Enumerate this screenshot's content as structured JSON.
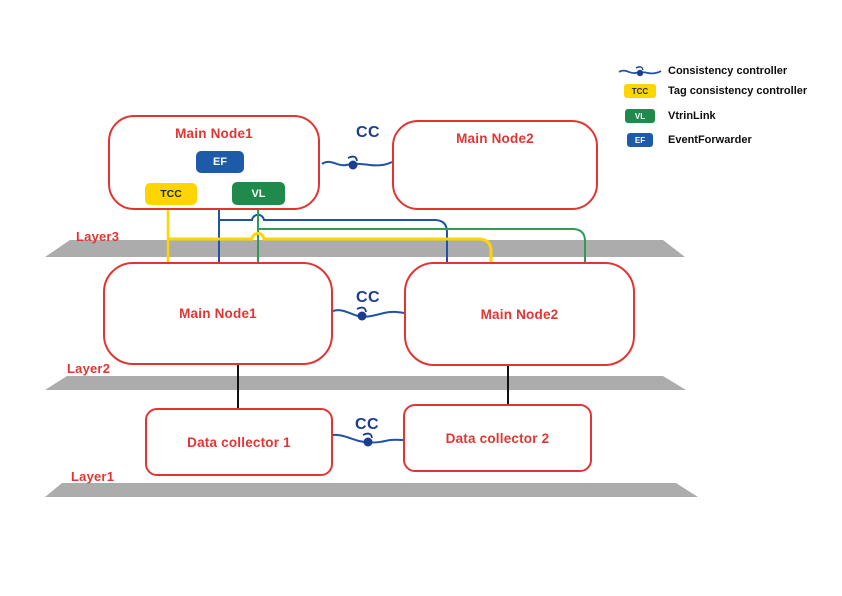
{
  "colors": {
    "node_red": "#e23533",
    "line_blue": "#2053a4",
    "cc_text_navy": "#1b3d91",
    "line_green": "#2e9c55",
    "box_green": "#1f8a4c",
    "yellow": "#ffd500",
    "box_blue": "#1d5aa7",
    "layer_bar_gray": "#acacac",
    "black_line": "#111111"
  },
  "legend": {
    "items": [
      {
        "icon": "consistency-controller-icon",
        "label": "Consistency controller"
      },
      {
        "icon": "tag-consistency-controller-icon",
        "abbr": "TCC",
        "label": "Tag consistency controller"
      },
      {
        "icon": "vtrinlink-icon",
        "abbr": "VL",
        "label": "VtrinLink"
      },
      {
        "icon": "eventforwarder-icon",
        "abbr": "EF",
        "label": "EventForwarder"
      }
    ]
  },
  "layer3": {
    "label": "Layer3",
    "main_node1": {
      "title": "Main Node1",
      "ef_label": "EF",
      "tcc_label": "TCC",
      "vl_label": "VL"
    },
    "main_node2": {
      "title": "Main Node2"
    },
    "cc_label": "CC"
  },
  "layer2": {
    "label": "Layer2",
    "main_node1": {
      "title": "Main Node1"
    },
    "main_node2": {
      "title": "Main Node2"
    },
    "cc_label": "CC"
  },
  "layer1": {
    "label": "Layer1",
    "data_collector1": {
      "title": "Data collector 1"
    },
    "data_collector2": {
      "title": "Data collector 2"
    },
    "cc_label": "CC"
  }
}
